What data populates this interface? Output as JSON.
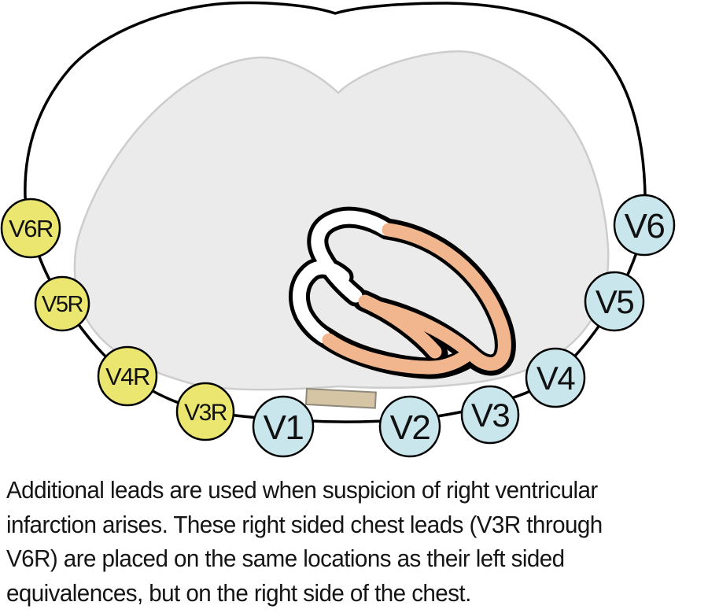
{
  "colors": {
    "outline": "#000000",
    "torso_fill": "#ffffff",
    "lung_fill": "#ebebeb",
    "lung_stroke": "#cdcdcd",
    "heart_peach": "#f2b68e",
    "heart_white": "#ffffff",
    "sternum_fill": "#d5c5a4",
    "sternum_stroke": "#8f897b",
    "lead_right_yellow": "#eae66f",
    "lead_left_blue": "#c8e6ec"
  },
  "leads": [
    {
      "label": "V6R",
      "side": "right-chest"
    },
    {
      "label": "V5R",
      "side": "right-chest"
    },
    {
      "label": "V4R",
      "side": "right-chest"
    },
    {
      "label": "V3R",
      "side": "right-chest"
    },
    {
      "label": "V1",
      "side": "left-chest"
    },
    {
      "label": "V2",
      "side": "left-chest"
    },
    {
      "label": "V3",
      "side": "left-chest"
    },
    {
      "label": "V4",
      "side": "left-chest"
    },
    {
      "label": "V5",
      "side": "left-chest"
    },
    {
      "label": "V6",
      "side": "left-chest"
    }
  ],
  "caption": {
    "lines": [
      "Additional leads are used when suspicion of right ventricular",
      "infarction arises. These right sided chest leads (V3R through",
      "V6R) are placed on the same locations as their left sided",
      "equivalences, but on the right side of the chest."
    ]
  }
}
